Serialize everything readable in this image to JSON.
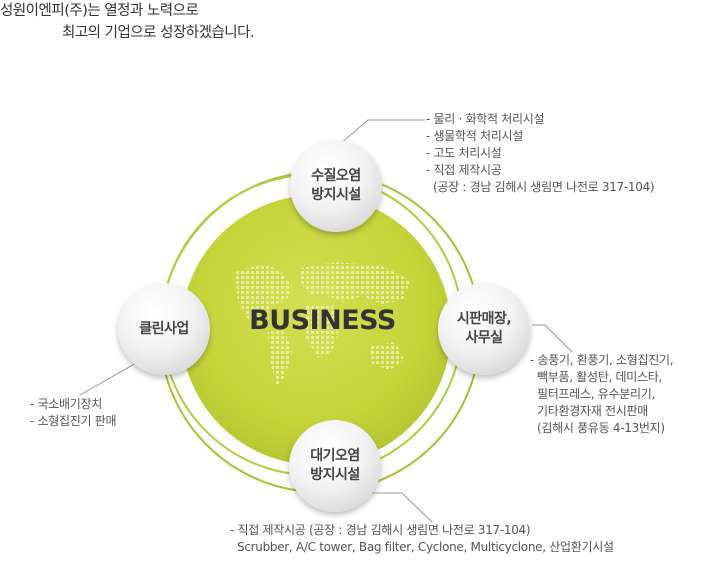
{
  "headline": {
    "line1": "성원이엔피(주)는 열정과 노력으로",
    "line2": "최고의 기업으로 성장하겠습니다."
  },
  "center": {
    "label": "BUSINESS"
  },
  "nodes": {
    "water": {
      "label": "수질오염\n방지시설"
    },
    "sales": {
      "label": "시판매장,\n사무실"
    },
    "air": {
      "label": "대기오염\n방지시설"
    },
    "clean": {
      "label": "클린사업"
    }
  },
  "descriptions": {
    "water": "- 물리 · 화학적 처리시설\n- 생물학적 처리시설\n- 고도 처리시설\n- 직접 제작시공\n  (공장 : 경남 김해시 생림면 나전로 317-104)",
    "sales": "- 송풍기, 환풍기, 소형집진기,\n  빽부품, 활성탄, 데미스타,\n  필터프레스, 유수분리기,\n  기타환경자재 전시판매\n  (김해시 풍유동 4-13번지)",
    "air": "- 직접 제작시공 (공장 : 경남 김해시 생림면 나전로 317-104)\n  Scrubber, A/C tower, Bag filter, Cyclone, Multicyclone, 산업환기시설",
    "clean": "- 국소배기장치\n- 소형집진기 판매"
  },
  "colors": {
    "green_fill": "#c8d63c",
    "green_ring": "#9dbb2a",
    "map_dots": "#e6ec9c",
    "leader_line": "#999999"
  }
}
